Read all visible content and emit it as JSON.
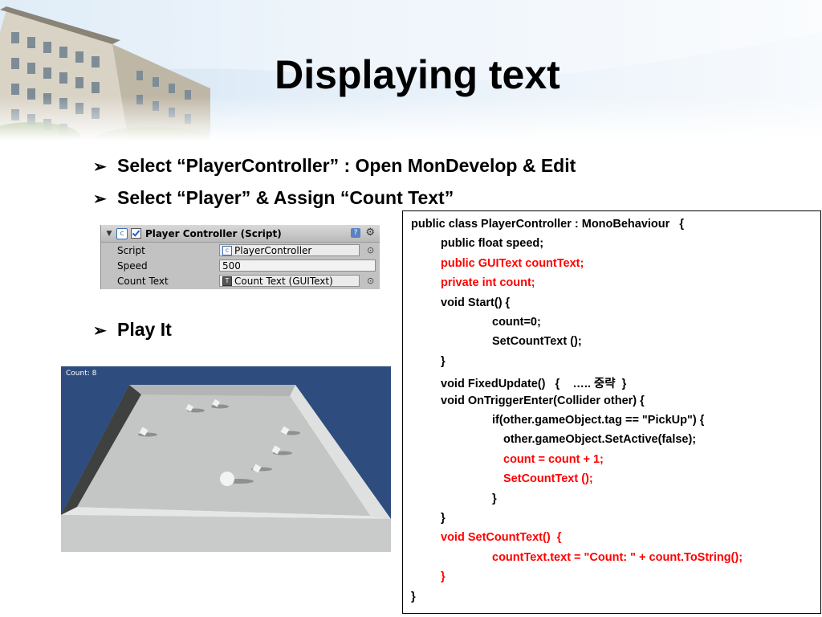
{
  "slide": {
    "title": "Displaying text",
    "bullets": [
      {
        "text": "Select “PlayerController”  : Open MonDevelop & Edit"
      },
      {
        "text": "Select “Player” & Assign “Count Text”"
      },
      {
        "text": "Play It"
      }
    ],
    "bullet_glyph": "➢"
  },
  "inspector": {
    "title": "Player Controller (Script)",
    "rows": [
      {
        "label": "Script",
        "value": "PlayerController"
      },
      {
        "label": "Speed",
        "value": "500"
      },
      {
        "label": "Count Text",
        "value": "Count Text (GUIText)"
      }
    ],
    "icons": [
      "collapse-triangle-icon",
      "script-icon",
      "enabled-checkbox",
      "help-icon",
      "gear-icon",
      "object-picker-icon"
    ]
  },
  "game_view": {
    "count_label": "Count: 8",
    "colors": {
      "background": "#2e4d7e",
      "floor": "#c9cbca"
    }
  },
  "code": {
    "lines": [
      {
        "text": "public class PlayerController : MonoBehaviour   {",
        "indent": 0,
        "red": false
      },
      {
        "text": "public float speed;",
        "indent": 1,
        "red": false
      },
      {
        "text": "public GUIText countText;",
        "indent": 1,
        "red": true
      },
      {
        "text": "private int count;",
        "indent": 1,
        "red": true
      },
      {
        "text": "void Start() {",
        "indent": 1,
        "red": false
      },
      {
        "text": "count=0;",
        "indent": 2,
        "red": false
      },
      {
        "text": "SetCountText ();",
        "indent": 2,
        "red": false
      },
      {
        "text": "}",
        "indent": 1,
        "red": false
      },
      {
        "text": "void FixedUpdate()   {    ….. 중략  }",
        "indent": 1,
        "red": false
      },
      {
        "text": "void OnTriggerEnter(Collider other) {",
        "indent": 1,
        "red": false
      },
      {
        "text": "if(other.gameObject.tag == \"PickUp\") {",
        "indent": 2,
        "red": false
      },
      {
        "text": "other.gameObject.SetActive(false);",
        "indent": 3,
        "red": false
      },
      {
        "text": "count = count + 1;",
        "indent": 3,
        "red": true
      },
      {
        "text": "SetCountText ();",
        "indent": 3,
        "red": true
      },
      {
        "text": "}",
        "indent": 2,
        "red": false
      },
      {
        "text": "}",
        "indent": 1,
        "red": false
      },
      {
        "text": "void SetCountText()  {",
        "indent": 1,
        "red": true
      },
      {
        "text": "countText.text = \"Count: \" + count.ToString();",
        "indent": 2,
        "red": true
      },
      {
        "text": "}",
        "indent": 1,
        "red": true
      },
      {
        "text": "}",
        "indent": 0,
        "red": false
      }
    ],
    "colors": {
      "normal": "#000000",
      "highlight": "#ff0000"
    }
  }
}
